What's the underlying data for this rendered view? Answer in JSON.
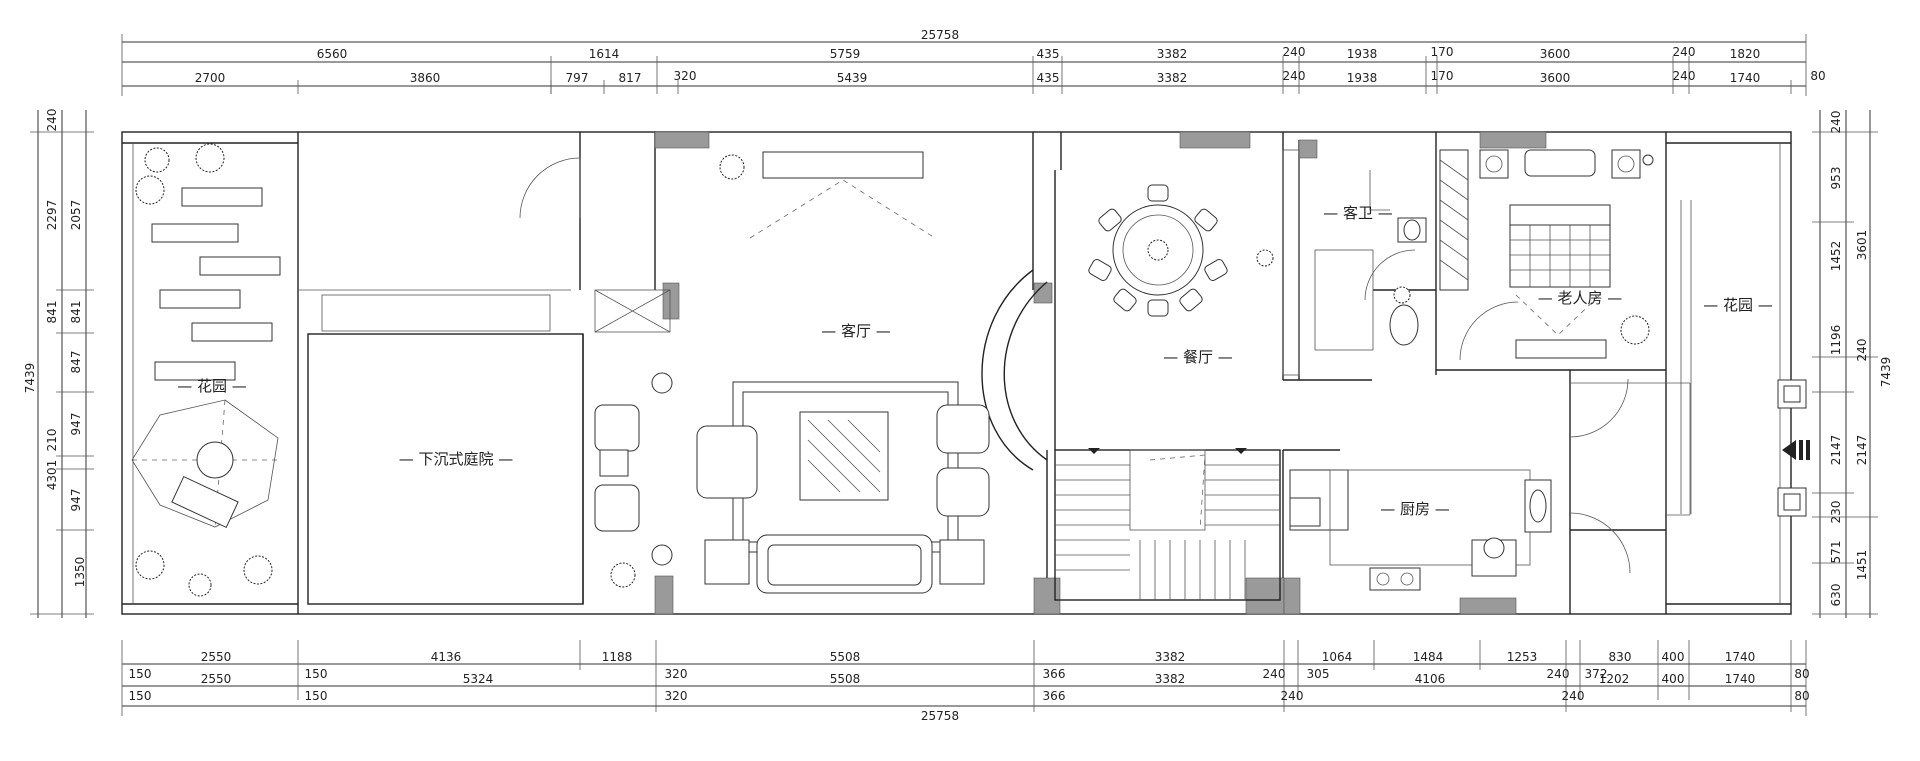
{
  "rooms": {
    "garden_left": "— 花园 —",
    "sunken_courtyard": "— 下沉式庭院 —",
    "living_room": "— 客厅 —",
    "dining_room": "— 餐厅 —",
    "guest_bath": "— 客卫 —",
    "elder_bedroom": "— 老人房 —",
    "garden_right": "— 花园 —",
    "kitchen": "— 厨房 —"
  },
  "dimensions": {
    "top_total": "25758",
    "top_row1": [
      "6560",
      "1614",
      "5759",
      "435",
      "3382",
      "240",
      "1938",
      "170",
      "3600",
      "240",
      "1820"
    ],
    "top_row2": [
      "2700",
      "3860",
      "797",
      "817",
      "320",
      "5439",
      "435",
      "3382",
      "240",
      "1938",
      "170",
      "3600",
      "240",
      "1740",
      "80"
    ],
    "bottom_row1": [
      "150",
      "2550",
      "150",
      "4136",
      "1188",
      "320",
      "5508",
      "366",
      "3382",
      "240",
      "305",
      "1064",
      "1484",
      "1253",
      "240",
      "372",
      "830",
      "400",
      "1740",
      "80"
    ],
    "bottom_row2": [
      "150",
      "2550",
      "150",
      "5324",
      "320",
      "5508",
      "366",
      "3382",
      "240",
      "4106",
      "240",
      "1202",
      "400",
      "1740",
      "80"
    ],
    "bottom_total": "25758",
    "left_outer": [
      "240",
      "2297",
      "841",
      "7439",
      "4301",
      "1350"
    ],
    "left_inner": [
      "2057",
      "841",
      "847",
      "947",
      "210",
      "947"
    ],
    "right_inner": [
      "240",
      "953",
      "1452",
      "1196",
      "2147",
      "230",
      "571",
      "630"
    ],
    "right_outer": [
      "3601",
      "7439",
      "240",
      "2147",
      "1451"
    ]
  },
  "icons": [
    "entrance-arrow-icon",
    "dining-table-icon",
    "bed-icon",
    "sofa-icon",
    "plant-icon",
    "stove-icon",
    "sink-icon",
    "toilet-icon",
    "staircase-icon",
    "umbrella-icon"
  ]
}
